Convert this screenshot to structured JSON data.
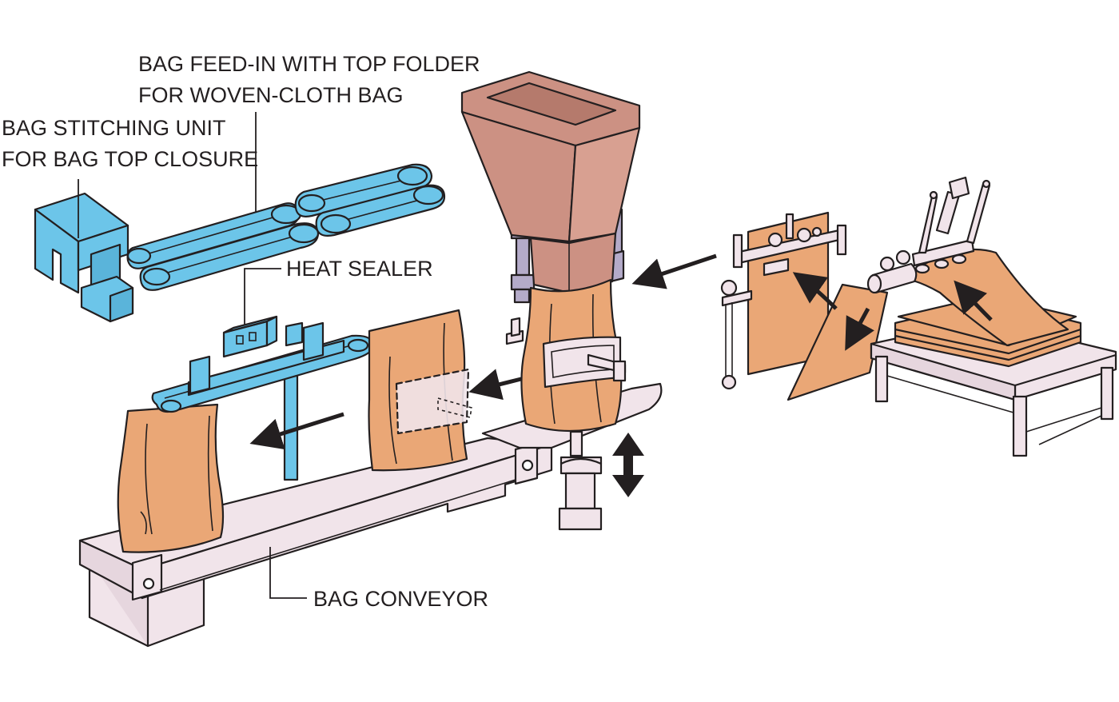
{
  "labels": {
    "bag_feed_in_line1": "BAG FEED-IN WITH TOP FOLDER",
    "bag_feed_in_line2": "FOR WOVEN-CLOTH BAG",
    "bag_stitching_line1": "BAG STITCHING UNIT",
    "bag_stitching_line2": "FOR BAG TOP CLOSURE",
    "heat_sealer": "HEAT SEALER",
    "bag_conveyor": "BAG CONVEYOR"
  },
  "colors": {
    "machine_blue": "#6cc5e9",
    "bag_orange": "#eaa776",
    "hopper_rose": "#cc9183",
    "frame_lilac": "#f1e4ea",
    "cylinder_lavender": "#b4abc9",
    "outline": "#231f20",
    "arrow": "#231f20"
  },
  "icons": [
    "flow-arrow-icon",
    "up-down-arrow-icon"
  ]
}
